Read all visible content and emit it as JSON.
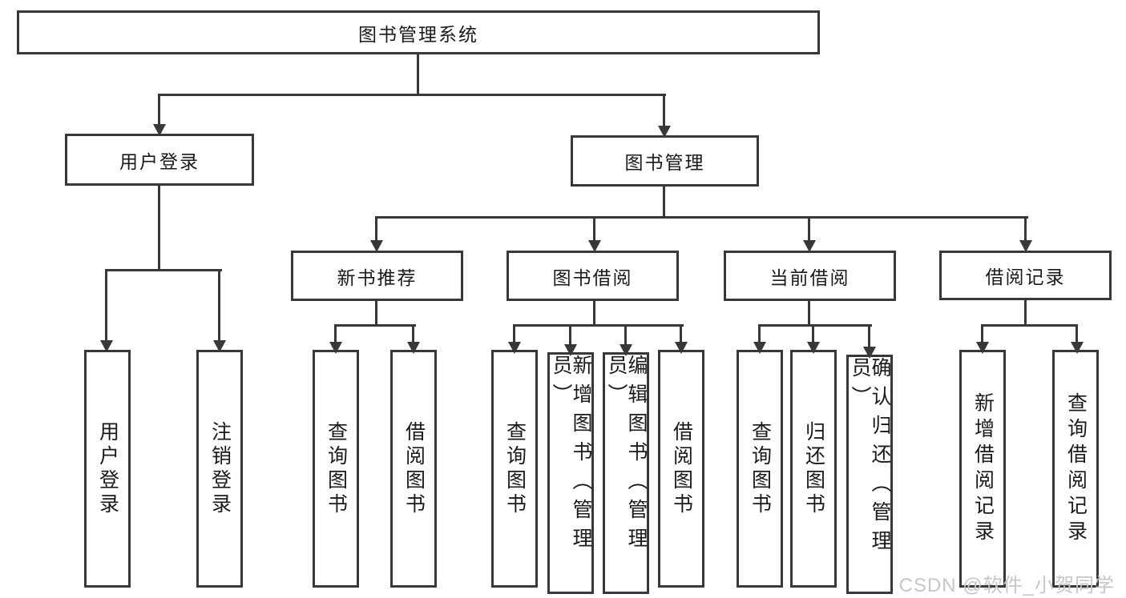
{
  "diagram": {
    "title": "图书管理系统",
    "root": {
      "label": "图书管理系统"
    },
    "level2": [
      {
        "label": "用户登录"
      },
      {
        "label": "图书管理"
      }
    ],
    "level3": [
      {
        "label": "新书推荐",
        "parent": "图书管理"
      },
      {
        "label": "图书借阅",
        "parent": "图书管理"
      },
      {
        "label": "当前借阅",
        "parent": "图书管理"
      },
      {
        "label": "借阅记录",
        "parent": "图书管理"
      }
    ],
    "leaves": [
      {
        "label": "用户登录",
        "parent": "用户登录"
      },
      {
        "label": "注销登录",
        "parent": "用户登录"
      },
      {
        "label": "查询图书",
        "parent": "新书推荐"
      },
      {
        "label": "借阅图书",
        "parent": "新书推荐"
      },
      {
        "label": "查询图书",
        "parent": "图书借阅"
      },
      {
        "label": "新增图书（管理员）",
        "parent": "图书借阅"
      },
      {
        "label": "编辑图书（管理员）",
        "parent": "图书借阅"
      },
      {
        "label": "借阅图书",
        "parent": "图书借阅"
      },
      {
        "label": "查询图书",
        "parent": "当前借阅"
      },
      {
        "label": "归还图书",
        "parent": "当前借阅"
      },
      {
        "label": "确认归还（管理员）",
        "parent": "当前借阅"
      },
      {
        "label": "新增借阅记录",
        "parent": "借阅记录"
      },
      {
        "label": "查询借阅记录",
        "parent": "借阅记录"
      }
    ]
  },
  "watermark": {
    "text": "CSDN @软件_小贺同学"
  },
  "colors": {
    "line": "#383838",
    "box_border": "#383838",
    "text": "#1a1a1a",
    "watermark": "#c6c6c6",
    "background": "#ffffff"
  }
}
